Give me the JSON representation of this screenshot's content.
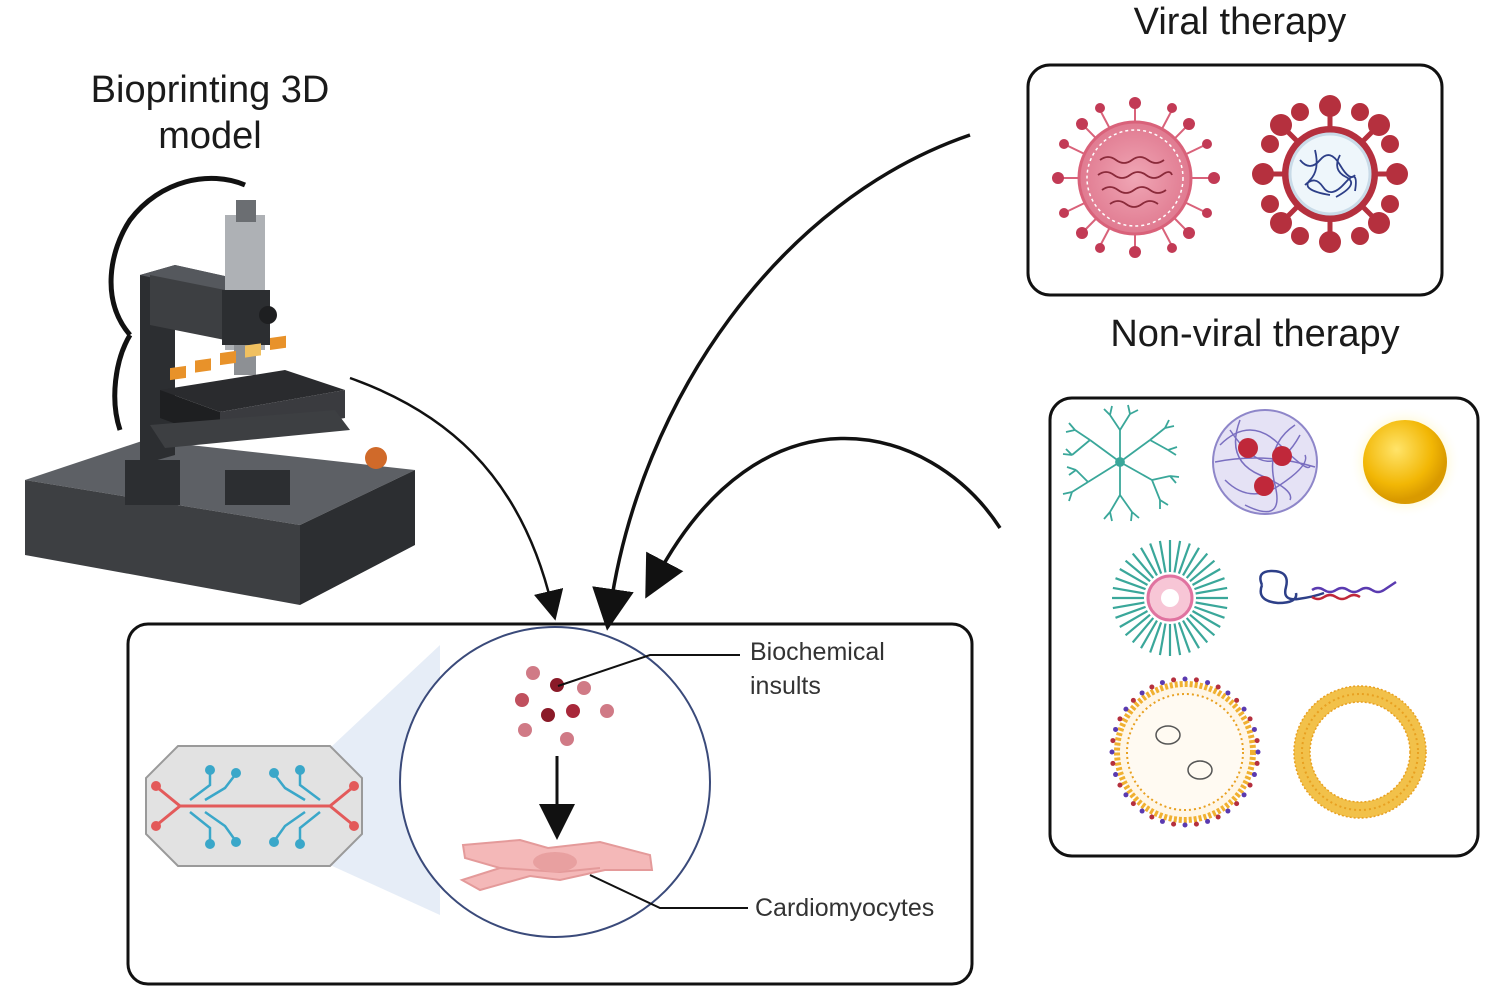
{
  "bioprinting": {
    "title_line1": "Bioprinting 3D",
    "title_line2": "model"
  },
  "viral": {
    "title": "Viral therapy"
  },
  "nonviral": {
    "title": "Non-viral therapy"
  },
  "organ_chip": {
    "label_biochemical_line1": "Biochemical",
    "label_biochemical_line2": "insults",
    "label_cardiomyocytes": "Cardiomyocytes"
  },
  "colors": {
    "printer_dark": "#3d3f42",
    "virus_pink": "#e58a9e",
    "virus_red": "#b5303e",
    "gold": "#f2b705",
    "teal": "#37a7a0",
    "chip_red": "#e35a5a",
    "chip_blue": "#3aa7c9"
  }
}
